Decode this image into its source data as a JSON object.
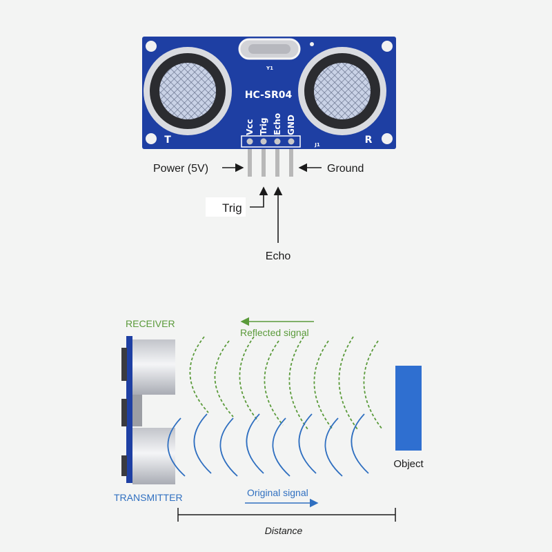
{
  "module": {
    "model": "HC-SR04",
    "crystal_label": "Y1",
    "header_label": "J1",
    "transmitter_mark": "T",
    "receiver_mark": "R",
    "pins": [
      "Vcc",
      "Trig",
      "Echo",
      "GND"
    ],
    "board_color": "#1e3fa3"
  },
  "pin_callouts": {
    "power": "Power (5V)",
    "ground": "Ground",
    "trig": "Trig",
    "echo": "Echo"
  },
  "operation": {
    "receiver_label": "RECEIVER",
    "transmitter_label": "TRANSMITTER",
    "reflected_signal": "Reflected signal",
    "original_signal": "Original signal",
    "object_label": "Object",
    "distance_label": "Distance",
    "receiver_color": "#5a9a3a",
    "transmitter_color": "#2f6fc0",
    "object_color": "#2f6fd0"
  }
}
